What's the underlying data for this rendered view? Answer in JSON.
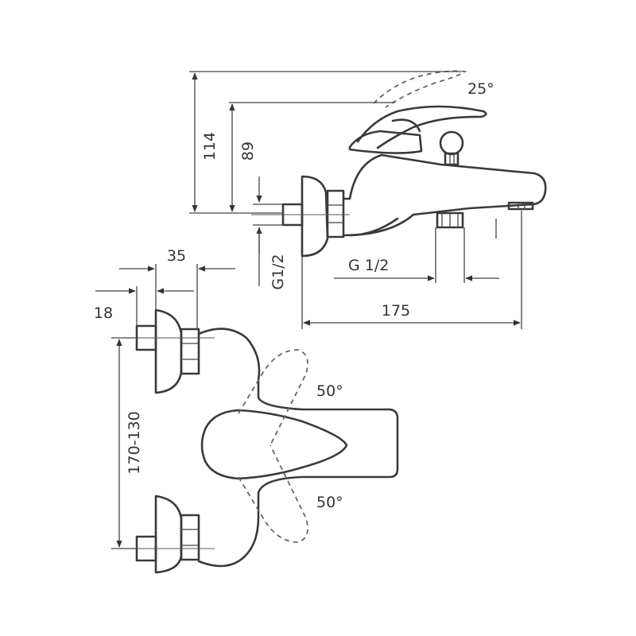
{
  "side_view": {
    "angle_label": "25°",
    "height_outer": "114",
    "height_inner": "89",
    "thread_wall": "G1/2",
    "thread_outlet": "G 1/2",
    "length": "175"
  },
  "top_view": {
    "width_35": "35",
    "width_18": "18",
    "center_distance": "170-130",
    "angle_upper": "50°",
    "angle_lower": "50°"
  },
  "colors": {
    "line": "#3a3a3a",
    "background": "#ffffff"
  }
}
